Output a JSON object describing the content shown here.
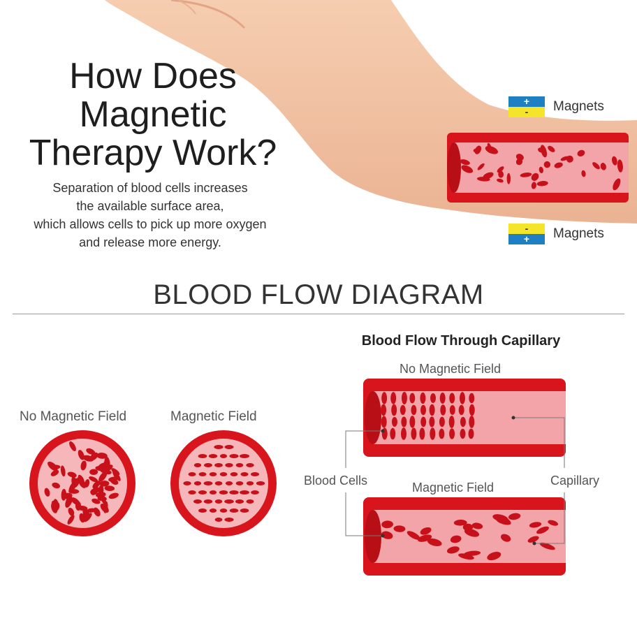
{
  "header": {
    "title_lines": [
      "How Does",
      "Magnetic",
      "Therapy Work?"
    ],
    "subtitle_lines": [
      "Separation of blood cells increases",
      "the available surface area,",
      "which allows cells to pick up more oxygen",
      "and release more energy."
    ]
  },
  "magnets": {
    "top_label": "Magnets",
    "bottom_label": "Magnets",
    "plus": "+",
    "minus": "-"
  },
  "section": {
    "title": "BLOOD FLOW DIAGRAM"
  },
  "cross_sections": {
    "left_label": "No Magnetic Field",
    "right_label": "Magnetic Field"
  },
  "capillary": {
    "title": "Blood Flow Through Capillary",
    "top_label": "No Magnetic Field",
    "bottom_label": "Magnetic Field",
    "blood_cells_label": "Blood Cells",
    "capillary_label": "Capillary"
  },
  "colors": {
    "vessel_red": "#d8141c",
    "vessel_inner": "#f2a4a8",
    "cell_red": "#c8101a",
    "magnet_blue": "#1e7fc2",
    "magnet_yellow": "#f5e52a",
    "skin": "#f1c2a2"
  }
}
